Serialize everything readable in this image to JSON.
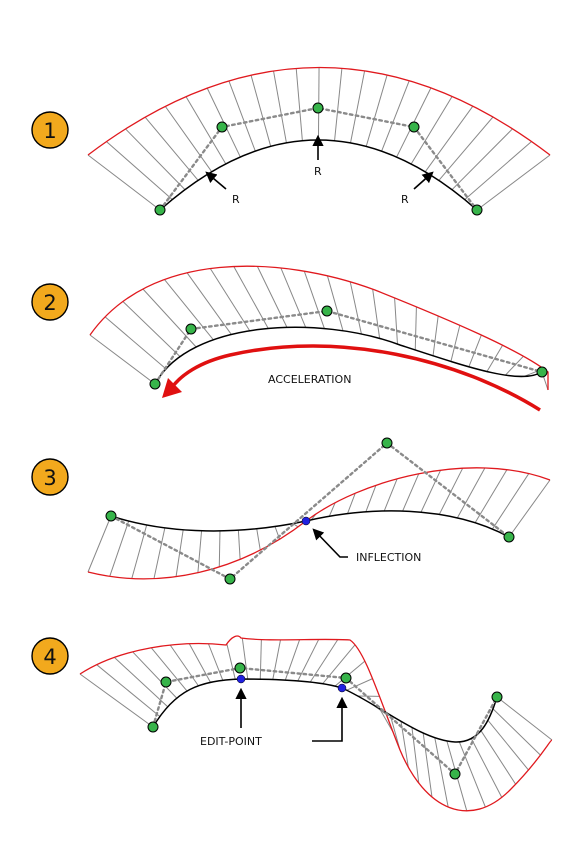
{
  "panels": [
    {
      "number": "1",
      "labels": [
        "R",
        "R",
        "R"
      ]
    },
    {
      "number": "2",
      "labels": [
        "ACCELERATION"
      ]
    },
    {
      "number": "3",
      "labels": [
        "INFLECTION"
      ]
    },
    {
      "number": "4",
      "labels": [
        "EDIT-POINT"
      ]
    }
  ],
  "colors": {
    "badge_fill": "#f2a91d",
    "curvature_envelope": "#e0191e",
    "control_point": "#37b44a",
    "special_point": "#2020e0",
    "acceleration_arrow": "#e01010"
  }
}
